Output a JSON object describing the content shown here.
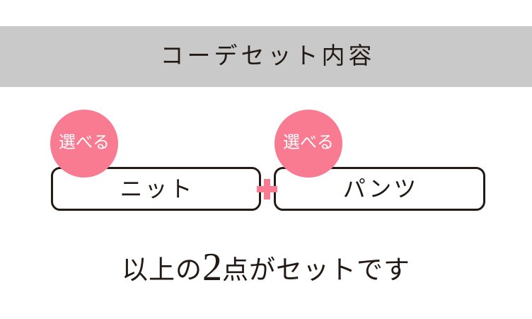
{
  "header": {
    "title": "コーデセット内容",
    "band_color": "#c9c9c9"
  },
  "theme": {
    "accent_pink": "#f97b92",
    "ink": "#241a15",
    "background": "#ffffff"
  },
  "items": {
    "separator": "+",
    "list": [
      {
        "badge_label": "選べる",
        "box_label": "ニット"
      },
      {
        "badge_label": "選べる",
        "box_label": "パンツ"
      }
    ]
  },
  "footer": {
    "prefix": "以上の",
    "count": "2",
    "suffix": "点がセットです"
  }
}
